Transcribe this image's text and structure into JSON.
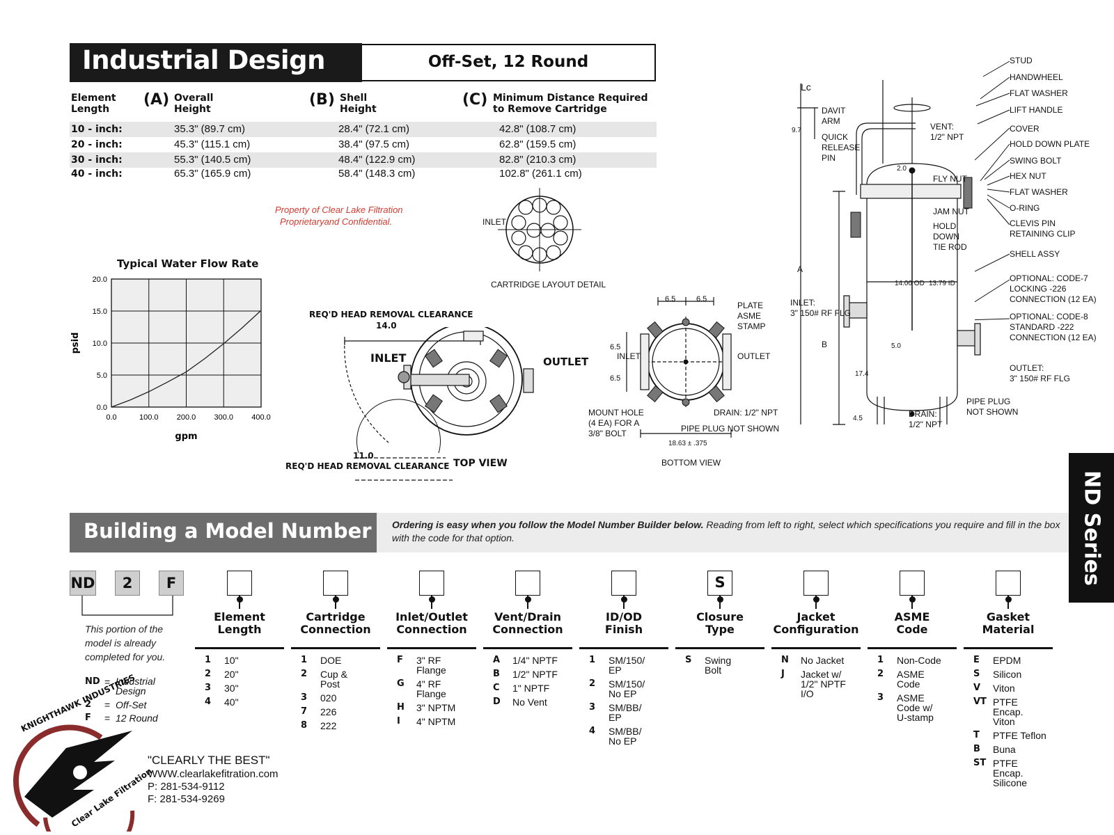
{
  "header": {
    "title": "Industrial Design",
    "subtitle": "Off-Set, 12 Round"
  },
  "spec_table": {
    "headers": {
      "element": "Element\nLength",
      "a_letter": "(A)",
      "a_label": "Overall\nHeight",
      "b_letter": "(B)",
      "b_label": "Shell\nHeight",
      "c_letter": "(C)",
      "c_label": "Minimum Distance Required\nto Remove Cartridge"
    },
    "rows": [
      [
        "10 - inch:",
        "35.3\" (89.7 cm)",
        "28.4\" (72.1 cm)",
        "42.8\" (108.7 cm)"
      ],
      [
        "20 - inch:",
        "45.3\" (115.1 cm)",
        "38.4\" (97.5 cm)",
        "62.8\" (159.5 cm)"
      ],
      [
        "30 - inch:",
        "55.3\" (140.5 cm)",
        "48.4\" (122.9 cm)",
        "82.8\" (210.3 cm)"
      ],
      [
        "40 - inch:",
        "65.3\" (165.9 cm)",
        "58.4\" (148.3 cm)",
        "102.8\" (261.1 cm)"
      ]
    ]
  },
  "property_notice": [
    "Property of Clear Lake Filtration",
    "Proprietaryand Confidential."
  ],
  "cartridge_detail": {
    "inlet": "INLET",
    "caption": "CARTRIDGE LAYOUT DETAIL"
  },
  "chart_data": {
    "type": "line",
    "title": "Typical Water Flow Rate",
    "xlabel": "gpm",
    "ylabel": "psid",
    "xlim": [
      0,
      400
    ],
    "ylim": [
      0,
      20
    ],
    "x_ticks": [
      "0.0",
      "100.0",
      "200.0",
      "300.0",
      "400.0"
    ],
    "y_ticks": [
      "0.0",
      "5.0",
      "10.0",
      "15.0",
      "20.0"
    ],
    "grid": true,
    "series": [
      {
        "x": [
          0,
          50,
          100,
          150,
          200,
          250,
          300,
          350,
          400
        ],
        "y": [
          0,
          1.1,
          2.4,
          3.9,
          5.5,
          7.6,
          9.9,
          12.4,
          15.1
        ]
      }
    ]
  },
  "top_view": {
    "req_top": "REQ'D HEAD REMOVAL CLEARANCE",
    "dim_top": "14.0",
    "dim_bottom": "11.0",
    "req_bottom": "REQ'D HEAD REMOVAL CLEARANCE",
    "inlet": "INLET",
    "outlet": "OUTLET",
    "caption": "TOP VIEW"
  },
  "bottom_view": {
    "dim_65a": "6.5",
    "dim_65b": "6.5",
    "dim_65c": "6.5",
    "dim_65d": "6.5",
    "plate": "PLATE\nASME\nSTAMP",
    "inlet": "INLET",
    "outlet": "OUTLET",
    "mount": "MOUNT HOLE\n(4 EA) FOR A\n3/8\" BOLT",
    "drain": "DRAIN: 1/2\" NPT",
    "pipe_plug": "PIPE PLUG NOT SHOWN",
    "dim_width": "18.63 ± .375",
    "caption": "BOTTOM VIEW"
  },
  "side_view": {
    "lc": "Lc",
    "dim_97": "9.7",
    "davit": "DAVIT\nARM",
    "quick": "QUICK\nRELEASE\nPIN",
    "vent": "VENT:\n1/2\" NPT",
    "dim_20": "2.0",
    "fly_nut": "FLY NUT",
    "jam_nut": "JAM NUT",
    "hold_down_rod": "HOLD\nDOWN\nTIE ROD",
    "dim_a": "A",
    "dim_b": "B",
    "dim_od": "14.00 OD",
    "dim_id": "13.79 ID",
    "inlet": "INLET:\n3\" 150# RF FLG",
    "dim_50": "5.0",
    "dim_174": "17.4",
    "dim_45": "4.5",
    "drain": "DRAIN:\n1/2\" NPT",
    "pipe_plug": "PIPE PLUG\nNOT SHOWN",
    "outlet": "OUTLET:\n3\" 150# RF FLG",
    "callouts": [
      "STUD",
      "HANDWHEEL",
      "FLAT WASHER",
      "LIFT HANDLE",
      "COVER",
      "HOLD DOWN PLATE",
      "SWING BOLT",
      "HEX NUT",
      "FLAT WASHER",
      "O-RING",
      "CLEVIS PIN\nRETAINING CLIP",
      "SHELL ASSY",
      "OPTIONAL: CODE-7\nLOCKING -226\nCONNECTION (12 EA)",
      "OPTIONAL: CODE-8\nSTANDARD -222\nCONNECTION (12 EA)"
    ]
  },
  "builder": {
    "title": "Building a Model Number",
    "intro_bold": "Ordering is easy when you follow the Model Number Builder below.",
    "intro_rest": " Reading from left to right, select which specifications you require and fill in the box with the code for that option.",
    "side_tab": "ND Series",
    "prefilled": [
      "ND",
      "2",
      "F"
    ],
    "prefilled_note": "This portion of the\nmodel is already\ncompleted for you.",
    "legend": [
      {
        "code": "ND",
        "eq": "=",
        "desc": "Industrial\nDesign"
      },
      {
        "code": "2",
        "eq": "=",
        "desc": "Off-Set"
      },
      {
        "code": "F",
        "eq": "=",
        "desc": "12 Round"
      }
    ],
    "columns": [
      {
        "title": "Element\nLength",
        "box": "",
        "options": [
          [
            "1",
            "10\""
          ],
          [
            "2",
            "20\""
          ],
          [
            "3",
            "30\""
          ],
          [
            "4",
            "40\""
          ]
        ]
      },
      {
        "title": "Cartridge\nConnection",
        "box": "",
        "options": [
          [
            "1",
            "DOE"
          ],
          [
            "2",
            "Cup &\nPost"
          ],
          [
            "3",
            "020"
          ],
          [
            "7",
            "226"
          ],
          [
            "8",
            "222"
          ]
        ]
      },
      {
        "title": "Inlet/Outlet\nConnection",
        "box": "",
        "options": [
          [
            "F",
            "3\" RF\nFlange"
          ],
          [
            "G",
            "4\" RF\nFlange"
          ],
          [
            "H",
            "3\" NPTM"
          ],
          [
            "I",
            "4\" NPTM"
          ]
        ]
      },
      {
        "title": "Vent/Drain\nConnection",
        "box": "",
        "options": [
          [
            "A",
            "1/4\" NPTF"
          ],
          [
            "B",
            "1/2\" NPTF"
          ],
          [
            "C",
            "1\" NPTF"
          ],
          [
            "D",
            "No Vent"
          ]
        ]
      },
      {
        "title": "ID/OD\nFinish",
        "box": "",
        "options": [
          [
            "1",
            "SM/150/\nEP"
          ],
          [
            "2",
            "SM/150/\nNo EP"
          ],
          [
            "3",
            "SM/BB/\nEP"
          ],
          [
            "4",
            "SM/BB/\nNo EP"
          ]
        ]
      },
      {
        "title": "Closure\nType",
        "box": "S",
        "options": [
          [
            "S",
            "Swing\nBolt"
          ]
        ]
      },
      {
        "title": "Jacket\nConfiguration",
        "box": "",
        "options": [
          [
            "N",
            "No Jacket"
          ],
          [
            "J",
            "Jacket w/\n1/2\" NPTF\nI/O"
          ]
        ]
      },
      {
        "title": "ASME\nCode",
        "box": "",
        "options": [
          [
            "1",
            "Non-Code"
          ],
          [
            "2",
            "ASME\nCode"
          ],
          [
            "3",
            "ASME\nCode w/\nU-stamp"
          ]
        ]
      },
      {
        "title": "Gasket\nMaterial",
        "box": "",
        "options": [
          [
            "E",
            "EPDM"
          ],
          [
            "S",
            "Silicon"
          ],
          [
            "V",
            "Viton"
          ],
          [
            "VT",
            "PTFE\nEncap.\nViton"
          ],
          [
            "T",
            "PTFE  Teflon"
          ],
          [
            "B",
            "Buna"
          ],
          [
            "ST",
            "PTFE\nEncap.\nSilicone"
          ]
        ]
      }
    ]
  },
  "footer": {
    "logo_top": "KNIGHTHAWK INDUSTRIES",
    "logo_bottom": "Clear Lake Filtration",
    "tagline": "\"CLEARLY THE BEST\"",
    "website": "WWW.clearlakefitration.com",
    "phone": "P: 281-534-9112",
    "fax": "F: 281-534-9269"
  }
}
